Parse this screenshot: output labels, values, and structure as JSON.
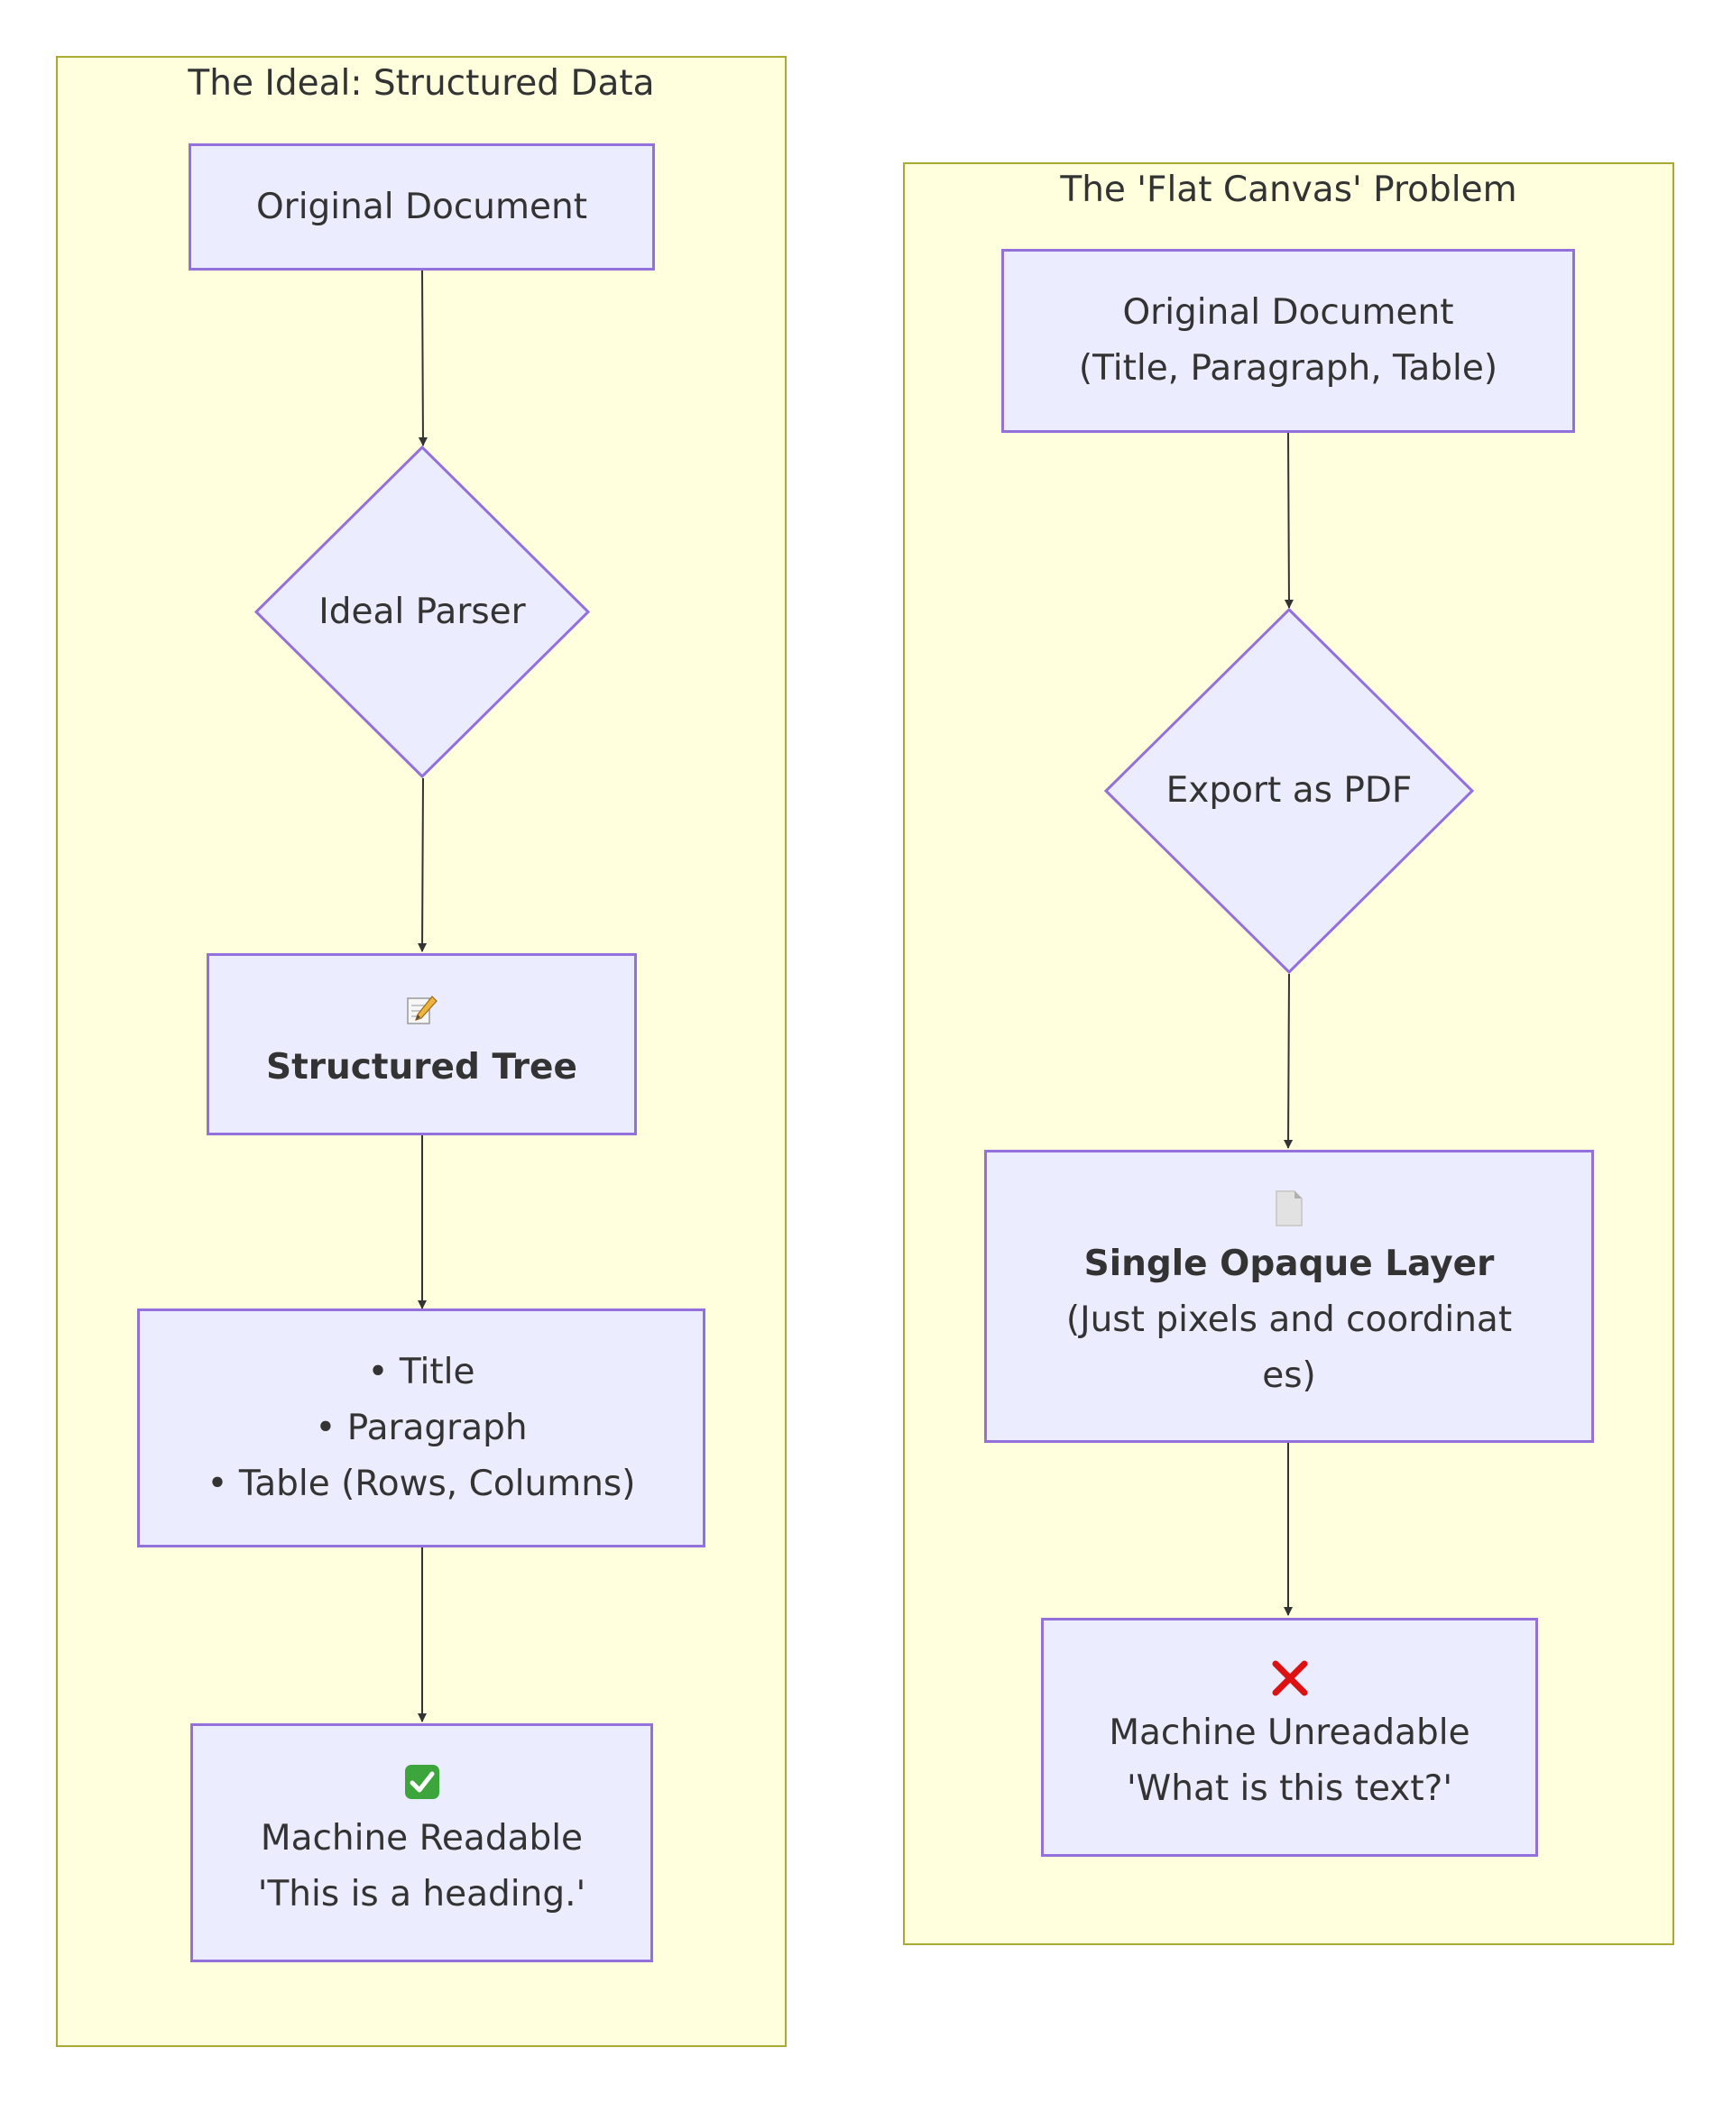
{
  "colors": {
    "cluster_fill": "#ffffde",
    "cluster_border": "#aaaa33",
    "node_fill": "#ececff",
    "node_border": "#9370db",
    "edge": "#333333",
    "text": "#333333",
    "check_green": "#3ca53c",
    "cross_red": "#dd1111"
  },
  "left_cluster": {
    "title": "The Ideal: Structured Data",
    "nodes": {
      "original_document": "Original Document",
      "ideal_parser": "Ideal Parser",
      "structured_tree": {
        "icon": "memo-pencil-icon",
        "label": "Structured Tree"
      },
      "elements_list": {
        "items": [
          "• Title",
          "• Paragraph",
          "• Table (Rows, Columns)"
        ]
      },
      "machine_readable": {
        "icon": "green-check-icon",
        "line1": "Machine Readable",
        "line2": "'This is a heading.'"
      }
    }
  },
  "right_cluster": {
    "title": "The 'Flat Canvas' Problem",
    "nodes": {
      "original_document": {
        "line1": "Original Document",
        "line2": "(Title, Paragraph, Table)"
      },
      "export_pdf": "Export as PDF",
      "single_layer": {
        "icon": "page-icon",
        "label": "Single Opaque Layer",
        "line2": "(Just pixels and coordinat",
        "line3": "es)"
      },
      "machine_unreadable": {
        "icon": "red-cross-icon",
        "line1": "Machine Unreadable",
        "line2": "'What is this text?'"
      }
    }
  }
}
